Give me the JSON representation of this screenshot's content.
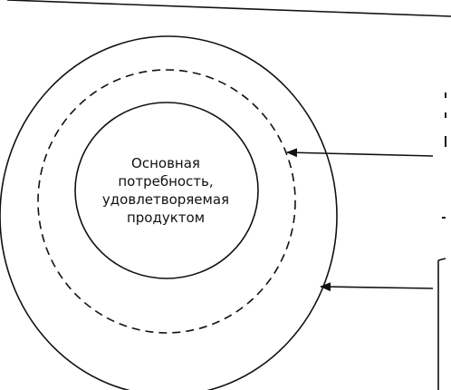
{
  "diagram": {
    "core_label_lines": [
      "Основная",
      "потребность,",
      "удовлетворяемая",
      "продуктом"
    ],
    "colors": {
      "stroke": "#111111",
      "background": "#ffffff"
    }
  }
}
